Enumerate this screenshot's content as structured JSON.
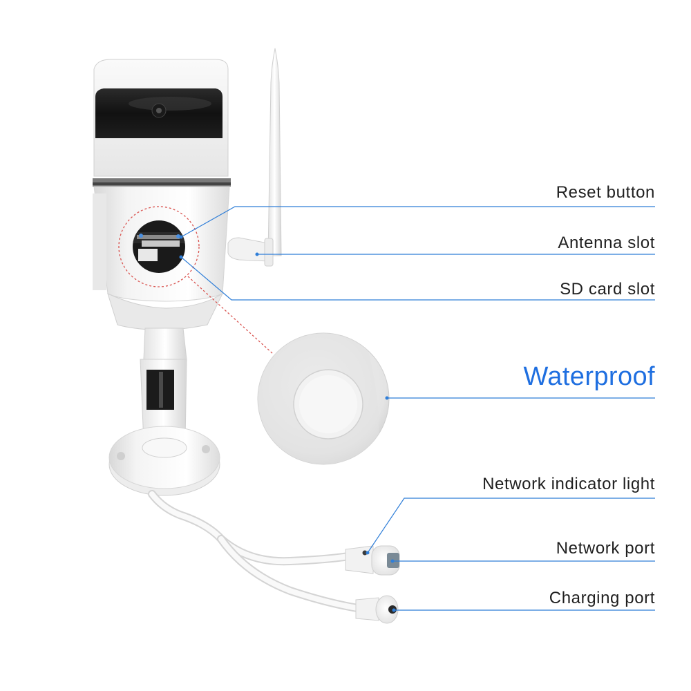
{
  "callouts": {
    "reset_button": "Reset button",
    "antenna_slot": "Antenna slot",
    "sd_card_slot": "SD card slot",
    "waterproof": "Waterproof",
    "network_indicator_light": "Network indicator light",
    "network_port": "Network port",
    "charging_port": "Charging port"
  },
  "colors": {
    "accent_blue": "#1f6fe0",
    "leader_line": "#2f7ed8",
    "dashed_circle": "#d9534f",
    "label_text": "#1f1f1f"
  }
}
